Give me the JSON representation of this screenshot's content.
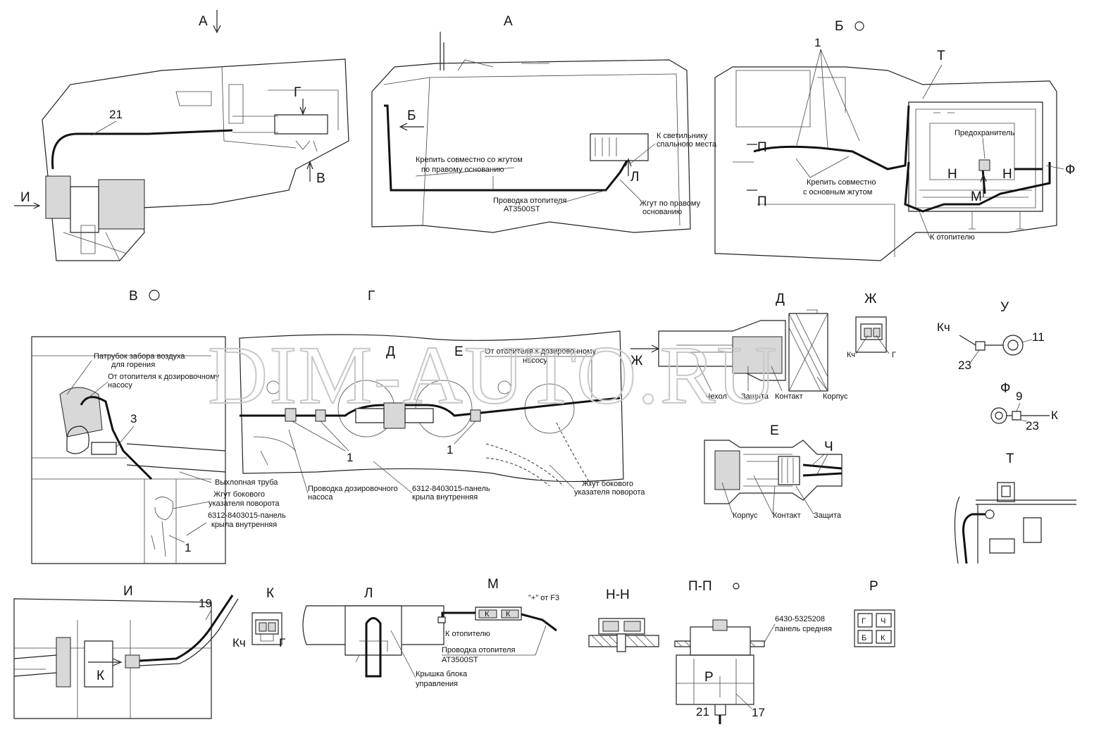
{
  "views": {
    "a_left": "А",
    "a_main": "А",
    "b": "Б",
    "v": "В",
    "g": "Г",
    "d": "Д",
    "zh": "Ж",
    "u": "У",
    "e": "Е",
    "f": "Ф",
    "t": "Т",
    "i": "И",
    "k": "К",
    "l": "Л",
    "m": "М",
    "nn": "Н-Н",
    "pp": "П-П",
    "r": "Р"
  },
  "markers": {
    "g": "Г",
    "v": "В",
    "i": "И",
    "b": "Б",
    "l": "Л",
    "t": "Т",
    "p1": "П",
    "p2": "П",
    "n1": "Н",
    "n2": "Н",
    "m": "М",
    "f": "Ф",
    "d": "Д",
    "e": "Е",
    "zh": "Ж",
    "k": "К",
    "r": "Р",
    "ch": "Ч"
  },
  "numbers": {
    "n21a": "21",
    "n1": "1",
    "n3": "3",
    "n1b": "1",
    "n1c": "1",
    "n1d": "1",
    "n11": "11",
    "n23a": "23",
    "n9": "9",
    "n23b": "23",
    "n19": "19",
    "n21b": "21",
    "n17": "17"
  },
  "labels": {
    "fix_right_1": "Крепить совместно со жгутом",
    "fix_right_2": "по правому основанию",
    "heater_wiring_1": "Проводка отопителя",
    "heater_wiring_2": "AT3500ST",
    "sleeper_lamp_1": "К светильнику",
    "sleeper_lamp_2": "спального места",
    "harness_right_1": "Жгут по правому",
    "harness_right_2": "основанию",
    "fuse": "Предохранитель",
    "fix_main_1": "Крепить совместно",
    "fix_main_2": "с основным жгутом",
    "to_heater": "К отопителю",
    "intake_1": "Патрубок забора воздуха",
    "intake_2": "для горения",
    "heater_pump_1": "От отопителя к дозировочному",
    "heater_pump_2": "насосу",
    "exhaust": "Выхлопная труба",
    "side_ind_1": "Жгут бокового",
    "side_ind_2": "указателя поворота",
    "panel_1": "6312-8403015-панель",
    "panel_2": "крыла внутренняя",
    "pump_wiring_1": "Проводка дозировочного",
    "pump_wiring_2": "насоса",
    "panel_g_1": "6312-8403015-панель",
    "panel_g_2": "крыла внутренняя",
    "side_ind_g_1": "Жгут бокового",
    "side_ind_g_2": "указателя поворота",
    "heater_pump_g_1": "От отопителя к дозировочному",
    "heater_pump_g_2": "насосу",
    "chekhol": "Чехол",
    "zashchita": "Защита",
    "kontakt": "Контакт",
    "korpus": "Корпус",
    "kch_zh": "Кч",
    "g_zh": "Г",
    "korpus_e": "Корпус",
    "kontakt_e": "Контакт",
    "zashchita_e": "Защита",
    "kch_u": "Кч",
    "k_f": "К",
    "kch_k": "Кч",
    "g_k": "Г",
    "to_heater_m": "К отопителю",
    "plus_f3": "\"+\" от F3",
    "heater_wiring_m_1": "Проводка отопителя",
    "heater_wiring_m_2": "AT3500ST",
    "cover_1": "Крышка блока",
    "cover_2": "управления",
    "mid_panel_1": "6430-5325208",
    "mid_panel_2": "панель средняя",
    "r_g": "Г",
    "r_ch": "Ч",
    "r_b": "Б",
    "r_k": "К",
    "m_k1": "К",
    "m_k2": "К"
  },
  "watermark": "DIM-AUTO.RU"
}
